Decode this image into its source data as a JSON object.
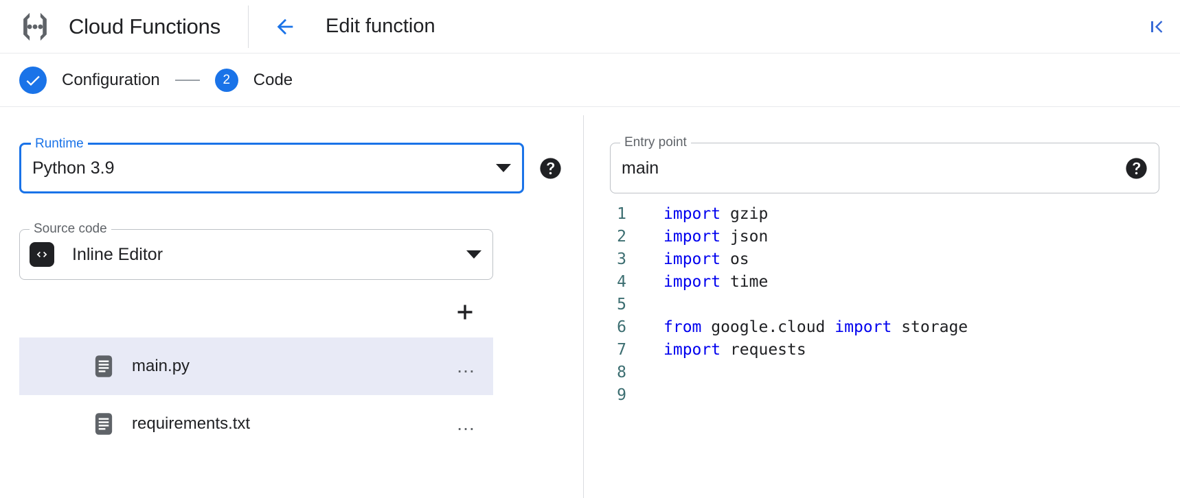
{
  "header": {
    "brand_icon": "cloud-functions-logo",
    "brand_title": "Cloud Functions",
    "back_icon": "arrow-left-icon",
    "page_title": "Edit function",
    "collapse_icon": "collapse-panel-icon"
  },
  "stepper": {
    "steps": [
      {
        "marker": "check-icon",
        "label": "Configuration",
        "state": "complete"
      },
      {
        "marker": "2",
        "label": "Code",
        "state": "active"
      }
    ],
    "separator": "—"
  },
  "form": {
    "runtime": {
      "legend": "Runtime",
      "value": "Python 3.9",
      "caret_icon": "chevron-down-icon",
      "help_icon": "help-icon",
      "focused": true
    },
    "entry_point": {
      "legend": "Entry point",
      "value": "main",
      "help_icon": "help-icon",
      "focused": false
    },
    "source_code": {
      "legend": "Source code",
      "value": "Inline Editor",
      "badge_icon": "code-brackets-icon",
      "caret_icon": "chevron-down-icon"
    }
  },
  "files": {
    "add_icon": "plus-icon",
    "more_glyph": "…",
    "items": [
      {
        "icon": "file-icon",
        "name": "main.py",
        "selected": true
      },
      {
        "icon": "file-icon",
        "name": "requirements.txt",
        "selected": false
      }
    ]
  },
  "editor": {
    "language": "python",
    "lines": [
      {
        "n": "1",
        "tokens": [
          {
            "t": "import",
            "k": "kw"
          },
          {
            "t": " gzip",
            "k": "id"
          }
        ]
      },
      {
        "n": "2",
        "tokens": [
          {
            "t": "import",
            "k": "kw"
          },
          {
            "t": " json",
            "k": "id"
          }
        ]
      },
      {
        "n": "3",
        "tokens": [
          {
            "t": "import",
            "k": "kw"
          },
          {
            "t": " os",
            "k": "id"
          }
        ]
      },
      {
        "n": "4",
        "tokens": [
          {
            "t": "import",
            "k": "kw"
          },
          {
            "t": " time",
            "k": "id"
          }
        ]
      },
      {
        "n": "5",
        "tokens": []
      },
      {
        "n": "6",
        "tokens": [
          {
            "t": "from",
            "k": "kw"
          },
          {
            "t": " google.cloud ",
            "k": "id"
          },
          {
            "t": "import",
            "k": "kw"
          },
          {
            "t": " storage",
            "k": "id"
          }
        ]
      },
      {
        "n": "7",
        "tokens": [
          {
            "t": "import",
            "k": "kw"
          },
          {
            "t": " requests",
            "k": "id"
          }
        ]
      },
      {
        "n": "8",
        "tokens": []
      },
      {
        "n": "9",
        "tokens": []
      }
    ]
  },
  "colors": {
    "accent": "#1a73e8",
    "keyword": "#0000ee",
    "line_number": "#3c6e71",
    "selected_row": "#e8eaf6",
    "border": "#bdc1c6"
  }
}
